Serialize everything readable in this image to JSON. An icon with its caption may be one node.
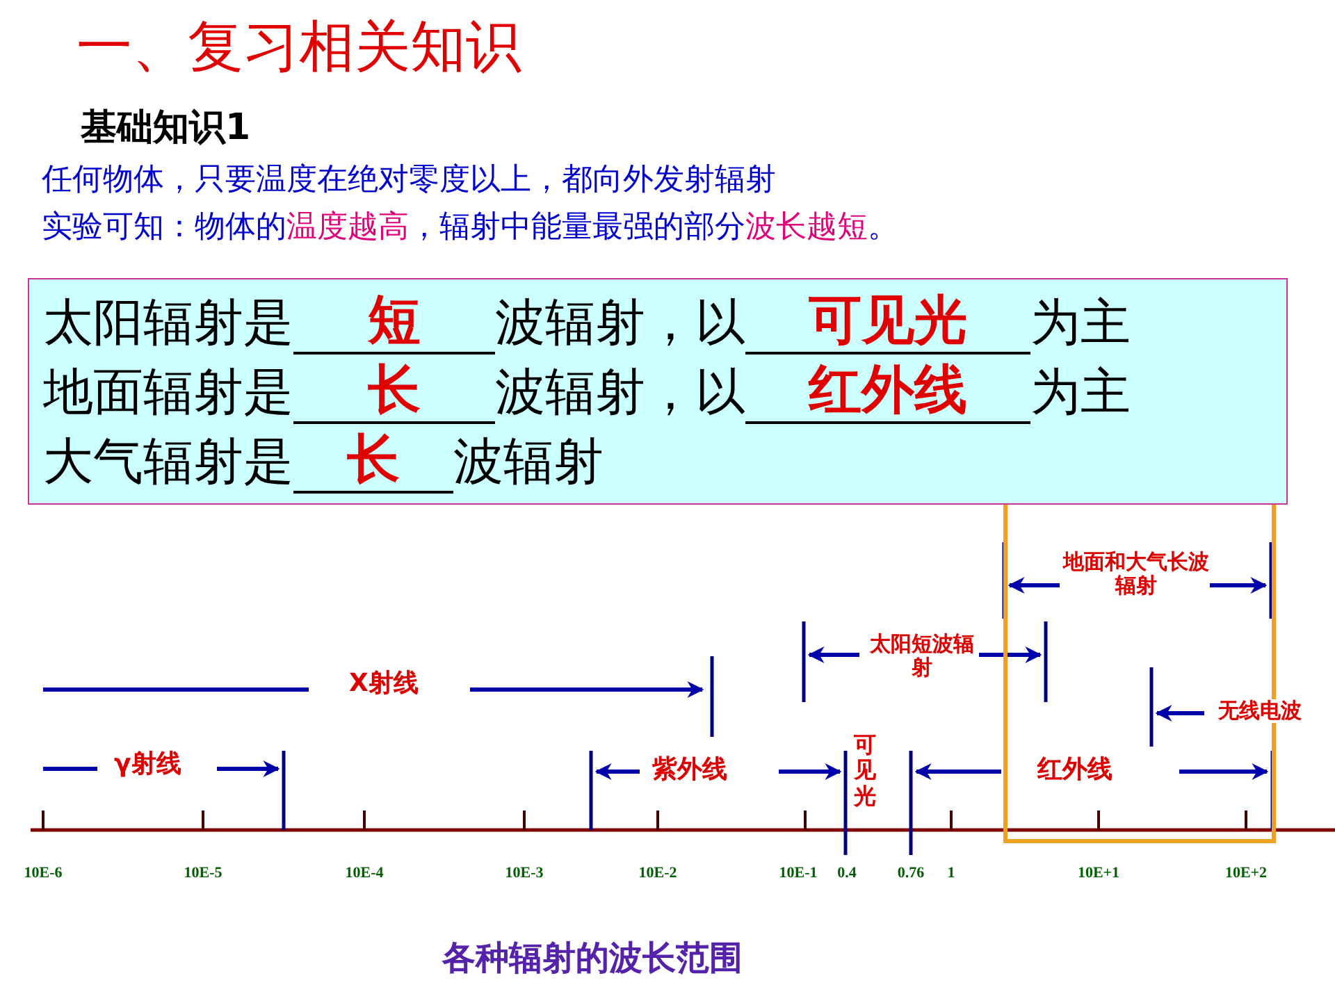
{
  "diagram": {
    "title": "一、复习相关知识",
    "caption": "各种辐射的波长范围",
    "nodes": [
      {
        "text": [
          "太阳辐射是",
          "短",
          "波辐射，以",
          "可见光",
          "为主",
          "地面辐射是",
          "长",
          "波辐射，以",
          "红外线",
          "为主",
          "大气辐射是",
          "长",
          "波辐射"
        ]
      }
    ],
    "labels": [
      "基础知识1",
      "任何物体，只要温度在绝对零度以上，都向外发射辐射",
      "实验可知：物体的",
      "温度越高",
      "，辐射中能量最强的部分",
      "波长越短",
      "。",
      "地面和大气长波辐射",
      "太阳短波辐射",
      "X射线",
      "无线电波",
      "γ射线",
      "紫外线",
      "可见光",
      "红外线",
      "10E-6",
      "10E-5",
      "10E-4",
      "10E-3",
      "10E-2",
      "10E-1",
      "0.4",
      "0.76",
      "1",
      "10E+1",
      "10E+2"
    ]
  }
}
